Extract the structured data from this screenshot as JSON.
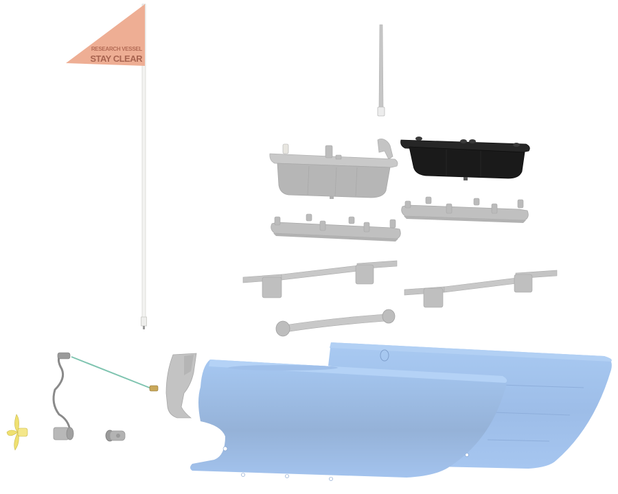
{
  "diagram": {
    "type": "exploded-assembly-view",
    "subject": "catamaran research vessel (uncrewed surface vehicle) components",
    "colors": {
      "background": "#ffffff",
      "flag": "#eeae94",
      "flag_text": "#a86450",
      "hull": "#9fc3f0",
      "hull_shadow": "#93b2dc",
      "electronics_box_dark": "#1c1c1c",
      "electronics_box_grey": "#b4b4b4",
      "grey_parts": "#bdbdbd",
      "propeller": "#f0e27a",
      "cable_green": "#7fc4b0"
    }
  },
  "flag": {
    "line1": "RESEARCH VESSEL",
    "line2": "STAY CLEAR"
  },
  "parts": [
    {
      "id": "safety-flag",
      "label": "Safety flag with pole"
    },
    {
      "id": "antenna",
      "label": "Antenna"
    },
    {
      "id": "electronics-box-grey",
      "label": "Electronics enclosure (grey)"
    },
    {
      "id": "electronics-box-black",
      "label": "Battery enclosure (black)"
    },
    {
      "id": "deck-rail-left",
      "label": "Deck rail"
    },
    {
      "id": "deck-rail-right",
      "label": "Deck rail"
    },
    {
      "id": "cross-beam-left",
      "label": "Cross beam"
    },
    {
      "id": "cross-beam-right",
      "label": "Cross beam"
    },
    {
      "id": "connector-tube",
      "label": "Connector tube"
    },
    {
      "id": "hull-front",
      "label": "Pontoon hull (front)"
    },
    {
      "id": "hull-rear",
      "label": "Pontoon hull (rear)"
    },
    {
      "id": "rudder-bracket",
      "label": "Motor bracket"
    },
    {
      "id": "sensor-cable",
      "label": "Sensor probe with cable"
    },
    {
      "id": "motor",
      "label": "Thruster motor"
    },
    {
      "id": "motor-coupler",
      "label": "Coupler"
    },
    {
      "id": "propeller",
      "label": "Propeller"
    }
  ]
}
